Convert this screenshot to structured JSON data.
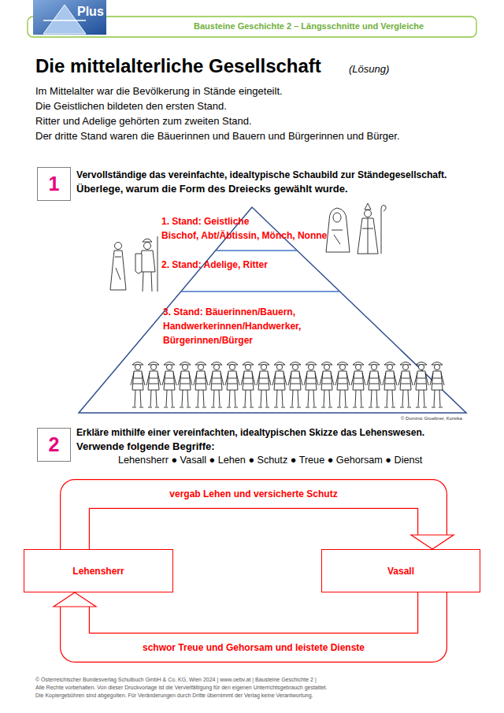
{
  "diagram": {
    "title": "Die mittelalterliche Gesellschaft",
    "nodes": [
      {
        "text": [
          "1"
        ]
      },
      {
        "text": [
          "1. Stand: Geistliche",
          "Bischof, Abt/Äbtissin, Mönch, Nonne"
        ]
      },
      {
        "text": [
          "2. Stand: Adelige, Ritter"
        ]
      },
      {
        "text": [
          "3. Stand: Bäuerinnen/Bauern, Handwerkerinnen/Handwerker, Bürgerinnen/Bürger"
        ]
      },
      {
        "text": [
          "2"
        ]
      },
      {
        "text": [
          "Lehensherr"
        ]
      },
      {
        "text": [
          "Vasall"
        ]
      }
    ],
    "edges": [
      {
        "from": 5,
        "to": 6,
        "arrow": "to",
        "label": "vergab Lehen und versicherte Schutz"
      },
      {
        "from": 6,
        "to": 5,
        "arrow": "to",
        "label": "schwor Treue und Gehorsam und leistete Dienste"
      }
    ],
    "labels": [
      "Plus",
      "Bausteine Geschichte 2 – Längsschnitte und Vergleiche",
      "(Lösung)",
      "Im Mittelalter war die Bevölkerung in Stände eingeteilt.",
      "Die Geistlichen bildeten den ersten Stand.",
      "Ritter und Adelige gehörten zum zweiten Stand.",
      "Der dritte Stand waren die Bäuerinnen und Bauern und Bürgerinnen und Bürger.",
      "Vervollständige das vereinfachte, idealtypische Schaubild zur Ständegesellschaft.",
      "Überlege, warum die Form des Dreiecks gewählt wurde.",
      "© Dominic Groebner, Korsika",
      "Erkläre mithilfe einer vereinfachten, idealtypischen Skizze das Lehenswesen.",
      "Verwende folgende Begriffe:",
      "Lehensherr ● Vasall ● Lehen ● Schutz ● Treue ● Gehorsam ● Dienst",
      "© Österreichischer Bundesverlag Schulbuch GmbH & Co. KG, Wien 2024 | www.oebv.at | Bausteine Geschichte 2 |",
      "Alle Rechte vorbehalten. Von dieser Druckvorlage ist die Vervielfältigung für den eigenen Unterrichtsgebrauch gestattet.",
      "Die Kopiergebühren sind abgegolten. Für Veränderungen durch Dritte übernimmt der Verlag keine Verantwortung."
    ]
  }
}
